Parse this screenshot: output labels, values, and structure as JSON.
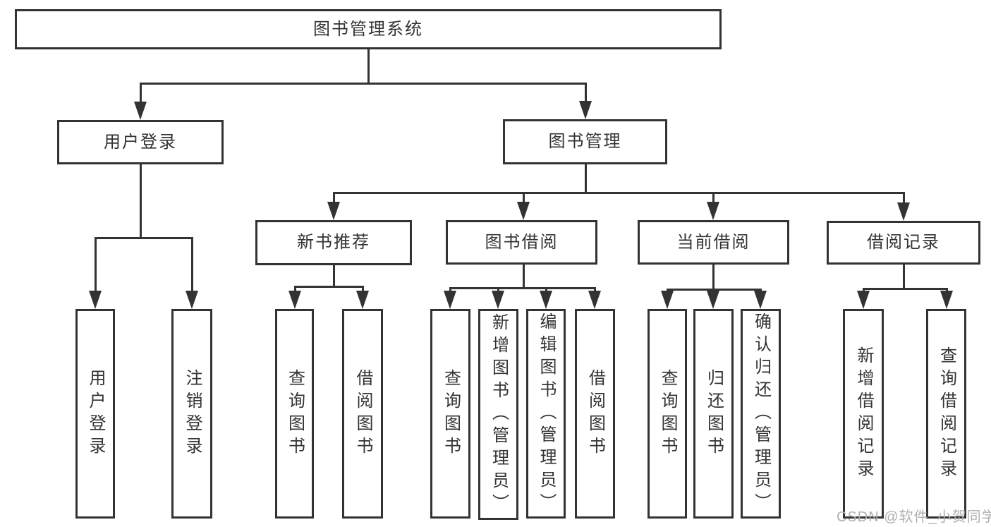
{
  "nodes": {
    "root": "图书管理系统",
    "user_login": "用户登录",
    "book_mgmt": "图书管理",
    "new_book_rec": "新书推荐",
    "book_borrow": "图书借阅",
    "current_borrow": "当前借阅",
    "borrow_record": "借阅记录",
    "leaf_user_login": "用户登录",
    "leaf_logout": "注销登录",
    "leaf_query_books_1": "查询图书",
    "leaf_borrow_books_1": "借阅图书",
    "leaf_query_books_2": "查询图书",
    "leaf_add_book": "新增图书（管理员）",
    "leaf_edit_book": "编辑图书（管理员）",
    "leaf_borrow_books_2": "借阅图书",
    "leaf_query_books_3": "查询图书",
    "leaf_return_book": "归还图书",
    "leaf_confirm_return": "确认归还（管理员）",
    "leaf_add_borrow_record": "新增借阅记录",
    "leaf_query_borrow_record": "查询借阅记录"
  },
  "watermark": "CSDN @软件_小贺同学",
  "colors": {
    "line": "#333333",
    "text": "#333333",
    "watermark": "#b0b0b0",
    "background": "#ffffff"
  }
}
